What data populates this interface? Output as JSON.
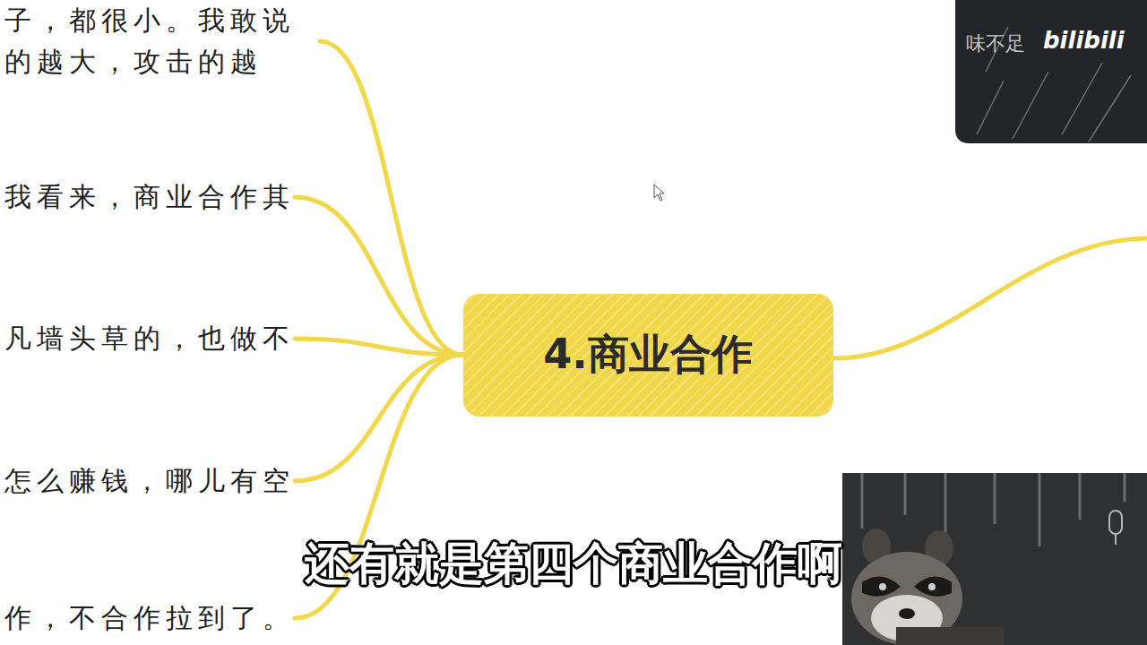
{
  "diagram": {
    "nodes": [
      {
        "text": [
          "子，都很小。我敢说 的越大，攻击的越"
        ]
      },
      {
        "text": [
          "我看来，商业合作其"
        ]
      },
      {
        "text": [
          "凡墙头草的，也做不"
        ]
      },
      {
        "text": [
          "怎么赚钱，哪儿有空"
        ]
      },
      {
        "text": [
          "作，不合作拉到了。"
        ]
      },
      {
        "text": [
          "4.商业合作"
        ]
      }
    ],
    "edges": [
      {
        "from": 5,
        "to": 0,
        "arrow": "none"
      },
      {
        "from": 5,
        "to": 1,
        "arrow": "none"
      },
      {
        "from": 5,
        "to": 2,
        "arrow": "none"
      },
      {
        "from": 5,
        "to": 3,
        "arrow": "none"
      },
      {
        "from": 5,
        "to": 4,
        "arrow": "none"
      }
    ],
    "labels": [
      "味不足",
      "bilibili",
      "还有就是第四个商业合作啊"
    ]
  }
}
